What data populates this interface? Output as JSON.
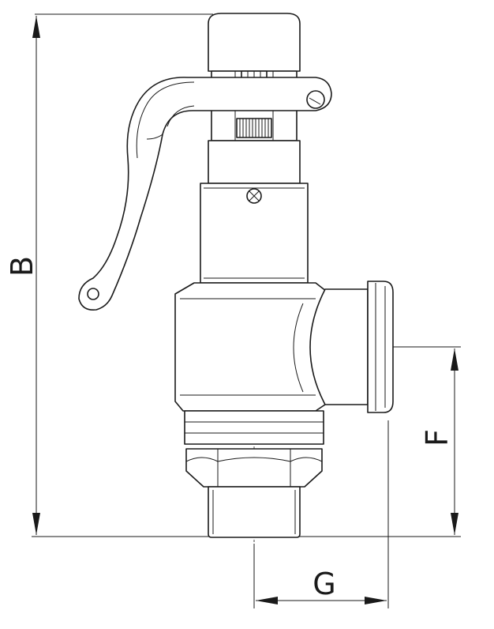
{
  "dimensions": {
    "height_label": "B",
    "outlet_height_label": "F",
    "outlet_offset_label": "G"
  }
}
